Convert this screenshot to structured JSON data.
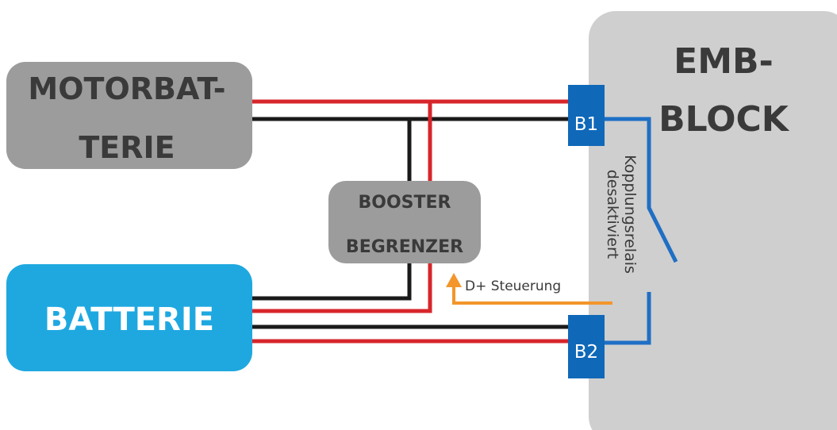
{
  "colors": {
    "gray_box": "#9c9c9c",
    "emb_block": "#cfcfcf",
    "battery": "#1fa8e0",
    "terminal": "#1068b8",
    "wire_red": "#d7262b",
    "wire_black": "#1a1a1a",
    "relay": "#1f6fc4",
    "control_arrow": "#f3962b",
    "text_dark": "#3a3a3a",
    "text_white": "#ffffff"
  },
  "motor_battery": {
    "line1": "MOTORBAT-",
    "line2": "TERIE"
  },
  "booster": {
    "line1": "BOOSTER",
    "line2": "BEGRENZER"
  },
  "battery": {
    "label": "BATTERIE"
  },
  "emb_block": {
    "line1": "EMB-",
    "line2": "BLOCK"
  },
  "terminals": {
    "b1": "B1",
    "b2": "B2"
  },
  "relay_label": {
    "line1": "Kopplungsrelais",
    "line2": "desaktiviert"
  },
  "control_signal": {
    "label": "D+ Steuerung"
  }
}
